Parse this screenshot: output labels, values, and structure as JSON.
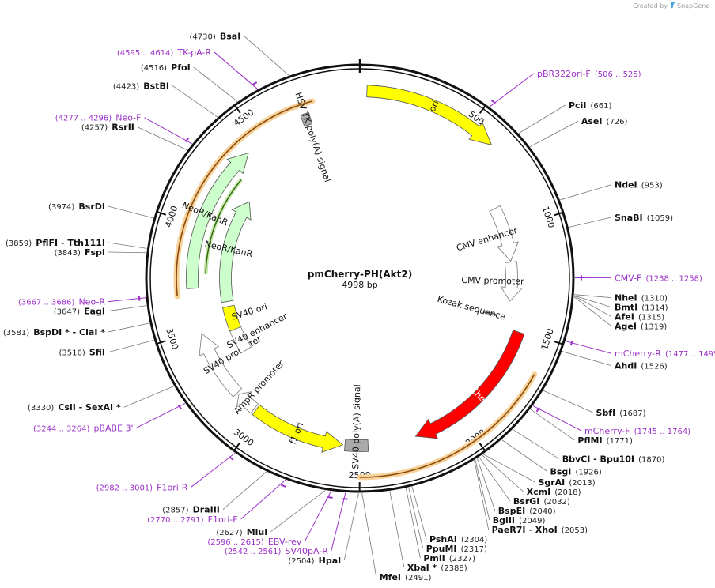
{
  "plasmid": {
    "name": "pmCherry-PH(Akt2)",
    "length_label": "4998 bp",
    "length": 4998
  },
  "branding": {
    "created_by": "Created by",
    "app_name": "SnapGene"
  },
  "ring_ticks": [
    {
      "pos": 500,
      "label": "500"
    },
    {
      "pos": 1000,
      "label": "1000"
    },
    {
      "pos": 1500,
      "label": "1500"
    },
    {
      "pos": 2000,
      "label": "2000"
    },
    {
      "pos": 2500,
      "label": "2500"
    },
    {
      "pos": 3000,
      "label": "3000"
    },
    {
      "pos": 3500,
      "label": "3500"
    },
    {
      "pos": 4000,
      "label": "4000"
    },
    {
      "pos": 4500,
      "label": "4500"
    }
  ],
  "features": [
    {
      "id": "ori",
      "label": "ori",
      "start": 30,
      "end": 620,
      "dir": 1,
      "track": 1,
      "color": "#ffff00",
      "text_inside": true
    },
    {
      "id": "cmv-enhancer",
      "label": "CMV enhancer",
      "start": 870,
      "end": 1160,
      "dir": 1,
      "track": 3,
      "color": "#ffffff",
      "text_inside": false
    },
    {
      "id": "cmv-promoter",
      "label": "CMV promoter",
      "start": 1165,
      "end": 1370,
      "dir": 1,
      "track": 3,
      "color": "#ffffff",
      "text_inside": false
    },
    {
      "id": "kozak",
      "label": "Kozak sequence",
      "start": 1455,
      "end": 1465,
      "dir": 0,
      "track": 4,
      "color": "#aaaaaa",
      "text_inside": false
    },
    {
      "id": "mcherry",
      "label": "mCherry",
      "start": 1510,
      "end": 2230,
      "dir": 1,
      "track": 2,
      "color": "#ff0000",
      "text_inside": true
    },
    {
      "id": "sv40-polya",
      "label": "SV40 poly(A) signal",
      "start": 2460,
      "end": 2570,
      "dir": 0,
      "track": 2,
      "color": "#aaaaaa",
      "text_inside": false
    },
    {
      "id": "f1-ori",
      "label": "f1 ori",
      "start": 2580,
      "end": 3030,
      "dir": -1,
      "track": 2,
      "color": "#ffff00",
      "text_inside": true
    },
    {
      "id": "ampr-promoter",
      "label": "AmpR promoter",
      "start": 3040,
      "end": 3140,
      "dir": 1,
      "track": 2,
      "color": "#ffffff",
      "text_inside": false
    },
    {
      "id": "sv40-promoter",
      "label": "SV40 promoter",
      "start": 3150,
      "end": 3480,
      "dir": 1,
      "track": 2,
      "color": "#ffffff",
      "text_inside": false
    },
    {
      "id": "sv40-ori",
      "label": "SV40 ori",
      "start": 3440,
      "end": 3580,
      "dir": 0,
      "track": 4,
      "color": "#ffff00",
      "text_inside": false
    },
    {
      "id": "sv40-enhancer",
      "label": "SV40 enhancer",
      "start": 3300,
      "end": 3440,
      "dir": 0,
      "track": 4,
      "color": "#ffffff",
      "text_inside": false
    },
    {
      "id": "neor-1",
      "label": "NeoR/KanR",
      "start": 3700,
      "end": 4420,
      "dir": 1,
      "track": 2,
      "color": "#ccffcc",
      "text_inside": true
    },
    {
      "id": "neor-2",
      "label": "NeoR/KanR",
      "start": 3610,
      "end": 4230,
      "dir": 1,
      "track": 4,
      "color": "#ccffcc",
      "text_inside": true
    },
    {
      "id": "hsv-tk-polya",
      "label": "HSV TK poly(A) signal",
      "start": 4720,
      "end": 4760,
      "dir": 0,
      "track": 2,
      "color": "#aaaaaa",
      "text_inside": false
    }
  ],
  "primers": [
    {
      "label": "pBR322ori-F",
      "range": "(506 .. 525)",
      "pos": 515
    },
    {
      "label": "CMV-F",
      "range": "(1238 .. 1258)",
      "pos": 1248
    },
    {
      "label": "mCherry-R",
      "range": "(1477 .. 1495)",
      "pos": 1486
    },
    {
      "label": "mCherry-F",
      "range": "(1745 .. 1764)",
      "pos": 1755
    },
    {
      "label": "SV40pA-R",
      "range": "(2542 .. 2561)",
      "pos": 2552
    },
    {
      "label": "EBV-rev",
      "range": "(2596 .. 2615)",
      "pos": 2606
    },
    {
      "label": "F1ori-F",
      "range": "(2770 .. 2791)",
      "pos": 2780
    },
    {
      "label": "F1ori-R",
      "range": "(2982 .. 3001)",
      "pos": 2992
    },
    {
      "label": "pBABE 3'",
      "range": "(3244 .. 3264)",
      "pos": 3254
    },
    {
      "label": "Neo-R",
      "range": "(3667 .. 3686)",
      "pos": 3676
    },
    {
      "label": "Neo-F",
      "range": "(4277 .. 4296)",
      "pos": 4286
    },
    {
      "label": "TK-pA-R",
      "range": "(4595 .. 4614)",
      "pos": 4604
    }
  ],
  "sites": [
    {
      "name": "PciI",
      "pos_label": "(661)",
      "pos": 661
    },
    {
      "name": "AseI",
      "pos_label": "(726)",
      "pos": 726
    },
    {
      "name": "NdeI",
      "pos_label": "(953)",
      "pos": 953
    },
    {
      "name": "SnaBI",
      "pos_label": "(1059)",
      "pos": 1059
    },
    {
      "name": "NheI",
      "pos_label": "(1310)",
      "pos": 1310
    },
    {
      "name": "BmtI",
      "pos_label": "(1314)",
      "pos": 1314
    },
    {
      "name": "AfeI",
      "pos_label": "(1315)",
      "pos": 1315
    },
    {
      "name": "AgeI",
      "pos_label": "(1319)",
      "pos": 1319
    },
    {
      "name": "AhdI",
      "pos_label": "(1526)",
      "pos": 1526
    },
    {
      "name": "SbfI",
      "pos_label": "(1687)",
      "pos": 1687
    },
    {
      "name": "PflMI",
      "pos_label": "(1771)",
      "pos": 1771
    },
    {
      "name": "BbvCI - Bpu10I",
      "pos_label": "(1870)",
      "pos": 1870
    },
    {
      "name": "BsgI",
      "pos_label": "(1926)",
      "pos": 1926
    },
    {
      "name": "SgrAI",
      "pos_label": "(2013)",
      "pos": 2013
    },
    {
      "name": "XcmI",
      "pos_label": "(2018)",
      "pos": 2018
    },
    {
      "name": "BsrGI",
      "pos_label": "(2032)",
      "pos": 2032
    },
    {
      "name": "BspEI",
      "pos_label": "(2040)",
      "pos": 2040
    },
    {
      "name": "BglII",
      "pos_label": "(2049)",
      "pos": 2049
    },
    {
      "name": "PaeR7I - XhoI",
      "pos_label": "(2053)",
      "pos": 2053
    },
    {
      "name": "PshAI",
      "pos_label": "(2304)",
      "pos": 2304
    },
    {
      "name": "PpuMI",
      "pos_label": "(2317)",
      "pos": 2317
    },
    {
      "name": "PmlI",
      "pos_label": "(2327)",
      "pos": 2327
    },
    {
      "name": "XbaI *",
      "pos_label": "(2388)",
      "pos": 2388
    },
    {
      "name": "MfeI",
      "pos_label": "(2491)",
      "pos": 2491
    },
    {
      "name": "HpaI",
      "pos_label": "(2504)",
      "pos": 2504
    },
    {
      "name": "MluI",
      "pos_label": "(2627)",
      "pos": 2627
    },
    {
      "name": "DraIII",
      "pos_label": "(2857)",
      "pos": 2857
    },
    {
      "name": "CsiI - SexAI *",
      "pos_label": "(3330)",
      "pos": 3330
    },
    {
      "name": "SfiI",
      "pos_label": "(3516)",
      "pos": 3516
    },
    {
      "name": "BspDI * - ClaI *",
      "pos_label": "(3581)",
      "pos": 3581
    },
    {
      "name": "EagI",
      "pos_label": "(3647)",
      "pos": 3647
    },
    {
      "name": "FspI",
      "pos_label": "(3843)",
      "pos": 3843
    },
    {
      "name": "PflFI - Tth111I",
      "pos_label": "(3859)",
      "pos": 3859
    },
    {
      "name": "BsrDI",
      "pos_label": "(3974)",
      "pos": 3974
    },
    {
      "name": "RsrII",
      "pos_label": "(4257)",
      "pos": 4257
    },
    {
      "name": "BstBI",
      "pos_label": "(4423)",
      "pos": 4423
    },
    {
      "name": "PfoI",
      "pos_label": "(4516)",
      "pos": 4516
    },
    {
      "name": "BsaI",
      "pos_label": "(4730)",
      "pos": 4730
    }
  ]
}
